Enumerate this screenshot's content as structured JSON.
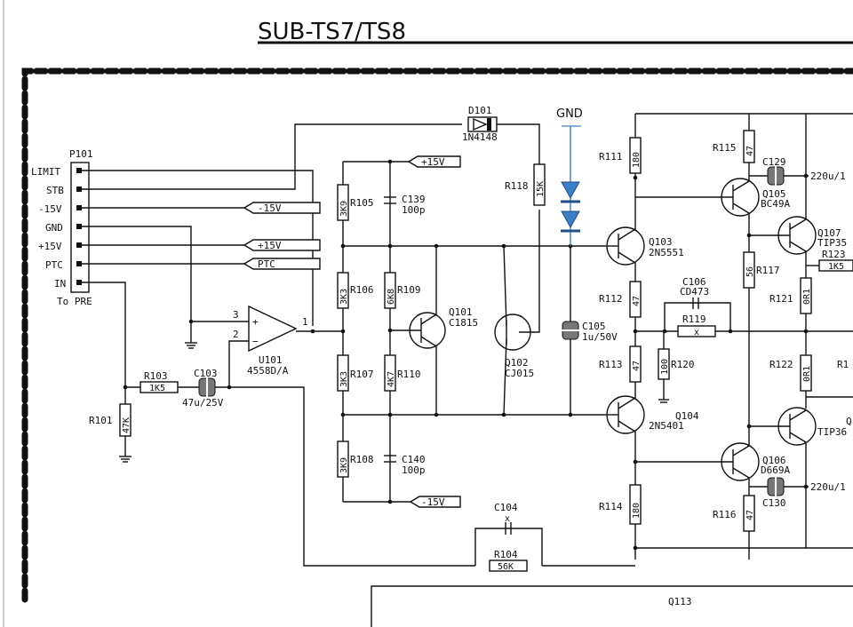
{
  "title": "SUB-TS7/TS8",
  "connector": {
    "ref": "P101",
    "note": "To PRE",
    "pins": [
      "LIMIT",
      "STB",
      "-15V",
      "GND",
      "+15V",
      "PTC",
      "IN"
    ]
  },
  "net_labels": {
    "minus15_a": "-15V",
    "plus15_a": "+15V",
    "ptc": "PTC",
    "plus15_b": "+15V",
    "minus15_b": "-15V",
    "gnd": "GND"
  },
  "opamp": {
    "ref": "U101",
    "part": "4558D/A",
    "pin1": "1",
    "pin2": "2",
    "pin3": "3",
    "plus": "+",
    "minus": "−"
  },
  "resistors": {
    "R101": {
      "ref": "R101",
      "value": "47K"
    },
    "R103": {
      "ref": "R103",
      "value": "1K5"
    },
    "R104": {
      "ref": "R104",
      "value": "56K"
    },
    "R105": {
      "ref": "R105",
      "value": "3K9"
    },
    "R106": {
      "ref": "R106",
      "value": "3K3"
    },
    "R107": {
      "ref": "R107",
      "value": "3K3"
    },
    "R108": {
      "ref": "R108",
      "value": "3K9"
    },
    "R109": {
      "ref": "R109",
      "value": "6K8"
    },
    "R110": {
      "ref": "R110",
      "value": "4K7"
    },
    "R111": {
      "ref": "R111",
      "value": "180"
    },
    "R112": {
      "ref": "R112",
      "value": "47"
    },
    "R113": {
      "ref": "R113",
      "value": "47"
    },
    "R114": {
      "ref": "R114",
      "value": "180"
    },
    "R115": {
      "ref": "R115",
      "value": "47"
    },
    "R116": {
      "ref": "R116",
      "value": "47"
    },
    "R117": {
      "ref": "R117",
      "value": "56"
    },
    "R118": {
      "ref": "R118",
      "value": "15K"
    },
    "R119": {
      "ref": "R119",
      "value": "x"
    },
    "R120": {
      "ref": "R120",
      "value": "100"
    },
    "R121": {
      "ref": "R121",
      "value": "0R1"
    },
    "R122": {
      "ref": "R122",
      "value": "0R1"
    },
    "R123": {
      "ref": "R123",
      "value": "1K5"
    },
    "R12x": {
      "ref": "R1"
    }
  },
  "capacitors": {
    "C103": {
      "ref": "C103",
      "value": "47u/25V"
    },
    "C104": {
      "ref": "C104",
      "value": "x"
    },
    "C105": {
      "ref": "C105",
      "value": "1u/50V"
    },
    "C106": {
      "ref": "C106",
      "value": "CD473"
    },
    "C129": {
      "ref": "C129",
      "value": "220u/1"
    },
    "C130": {
      "ref": "C130",
      "value": "220u/1"
    },
    "C139": {
      "ref": "C139",
      "value": "100p"
    },
    "C140": {
      "ref": "C140",
      "value": "100p"
    }
  },
  "diode": {
    "ref": "D101",
    "part": "1N4148"
  },
  "transistors": {
    "Q101": {
      "ref": "Q101",
      "part": "C1815"
    },
    "Q102": {
      "ref": "Q102",
      "part": "CJ015"
    },
    "Q103": {
      "ref": "Q103",
      "part": "2N5551"
    },
    "Q104": {
      "ref": "Q104",
      "part": "2N5401"
    },
    "Q105": {
      "ref": "Q105",
      "part": "BC49A"
    },
    "Q106": {
      "ref": "Q106",
      "part": "D669A"
    },
    "Q107": {
      "ref": "Q107",
      "part": "TIP35"
    },
    "Q108": {
      "ref": "Q",
      "part": "TIP36"
    }
  },
  "bottom_partial_label": "Q113",
  "colors": {
    "ink": "#111111",
    "diode_blue": "#3d7fc4",
    "diode_blue_dark": "#1f4f86"
  }
}
